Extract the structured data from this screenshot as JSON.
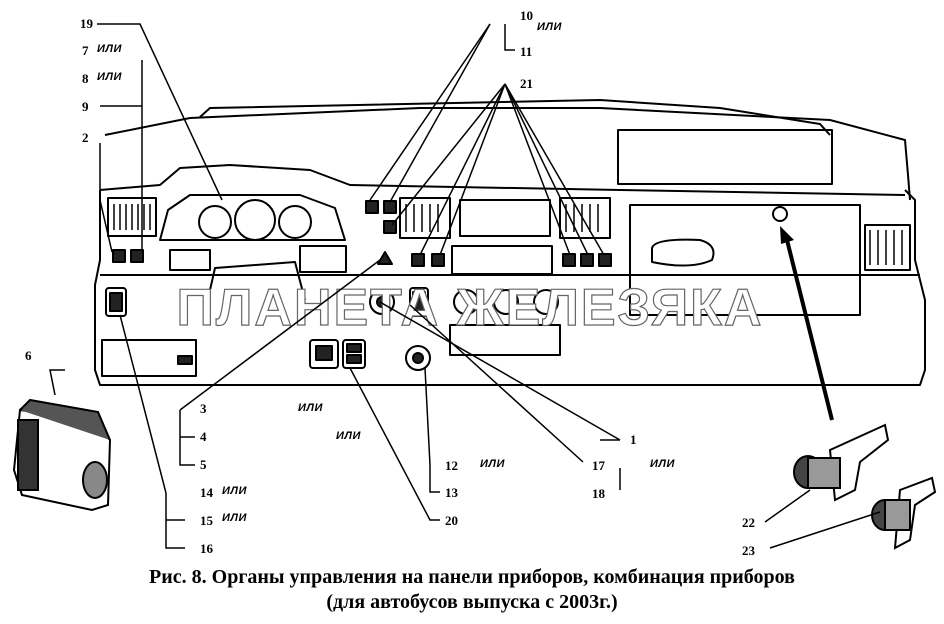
{
  "callouts": {
    "c1": "1",
    "c2": "2",
    "c3": "3",
    "c4": "4",
    "c5": "5",
    "c6": "6",
    "c7": "7",
    "c8": "8",
    "c9": "9",
    "c10": "10",
    "c11": "11",
    "c12": "12",
    "c13": "13",
    "c14": "14",
    "c15": "15",
    "c16": "16",
    "c17": "17",
    "c18": "18",
    "c19": "19",
    "c20": "20",
    "c21": "21",
    "c22": "22",
    "c23": "23"
  },
  "or_label": "ИЛИ",
  "watermark": "ПЛАНЕТА ЖЕЛЕЗЯКА",
  "caption": {
    "line1": "Рис. 8.  Органы управления на панели приборов, комбинация приборов",
    "line2": "(для автобусов выпуска с 2003г.)"
  }
}
